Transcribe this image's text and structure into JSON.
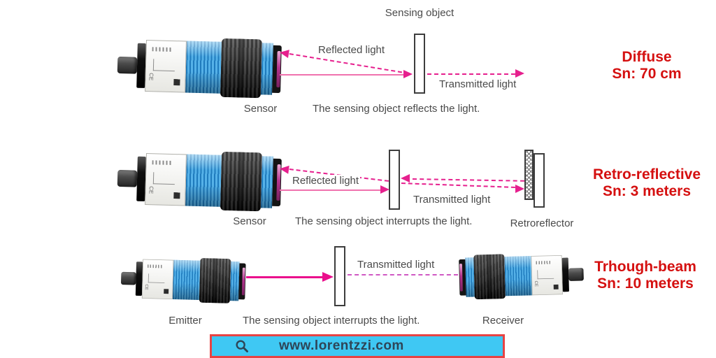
{
  "colors": {
    "red_heading": "#d51010",
    "pink_solid": "#f072ae",
    "pink_dashed": "#e6208e",
    "pink_strong": "#ea0f8c",
    "pink_transmit": "#cf58c3",
    "gray_text": "#4a4a4a",
    "sensor_blue": "#55b1e8",
    "banner_bg": "#3fc8f3",
    "banner_border": "#e84343",
    "banner_text": "#2e4557"
  },
  "device": {
    "ce_mark": "CE"
  },
  "icons": {
    "search": "magnifier"
  },
  "sections": [
    {
      "object_label": "Sensing object",
      "reflected_label": "Reflected light",
      "transmitted_label": "Transmitted light",
      "device_label": "Sensor",
      "caption": "The sensing object reflects the light.",
      "type_label": "Diffuse",
      "range_label": "Sn: 70 cm"
    },
    {
      "reflected_label": "Reflected light",
      "transmitted_label": "Transmitted light",
      "device_label": "Sensor",
      "reflector_label": "Retroreflector",
      "caption": "The sensing object interrupts the light.",
      "type_label": "Retro-reflective",
      "range_label": "Sn: 3 meters"
    },
    {
      "transmitted_label": "Transmitted light",
      "device_label": "Emitter",
      "receiver_label": "Receiver",
      "caption": "The sensing object interrupts the light.",
      "type_label": "Trhough-beam",
      "range_label": "Sn: 10 meters"
    }
  ],
  "footer": {
    "url": "www.lorentzzi.com"
  }
}
